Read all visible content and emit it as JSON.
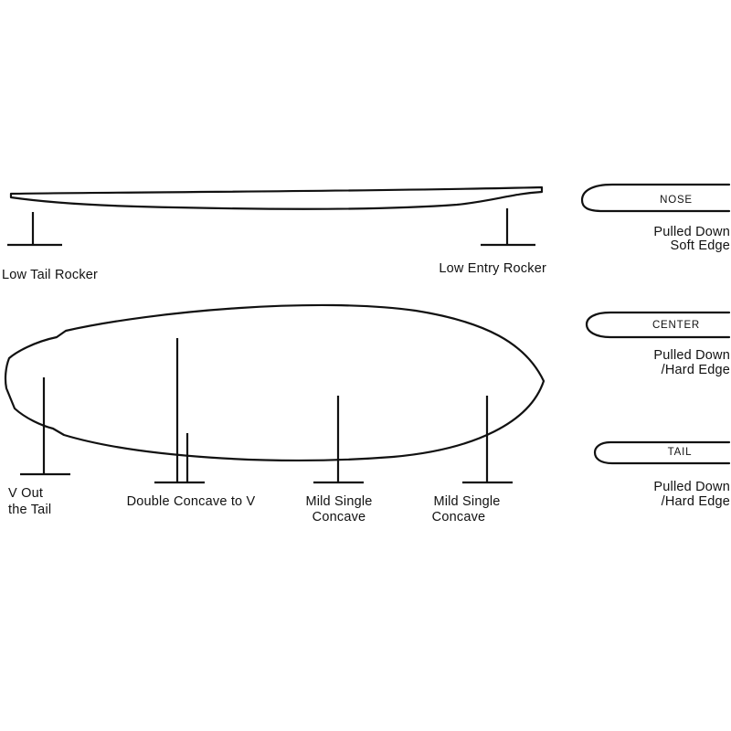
{
  "rocker": {
    "tail_label": "Low Tail Rocker",
    "entry_label": "Low Entry Rocker"
  },
  "bottom_contours": {
    "tail_label_line1": "V Out",
    "tail_label_line2": "the Tail",
    "double_concave_label": "Double Concave to V",
    "mid_label_line1": "Mild Single",
    "mid_label_line2": "Concave",
    "front_label_line1": "Mild Single",
    "front_label_line2": "Concave"
  },
  "rails": {
    "nose": {
      "tag": "NOSE",
      "line1": "Pulled Down",
      "line2": "Soft Edge"
    },
    "center": {
      "tag": "CENTER",
      "line1": "Pulled Down",
      "line2": "/Hard Edge"
    },
    "tail": {
      "tag": "TAIL",
      "line1": "Pulled Down",
      "line2": "/Hard Edge"
    }
  },
  "colors": {
    "ink": "#111111",
    "background": "#ffffff"
  }
}
